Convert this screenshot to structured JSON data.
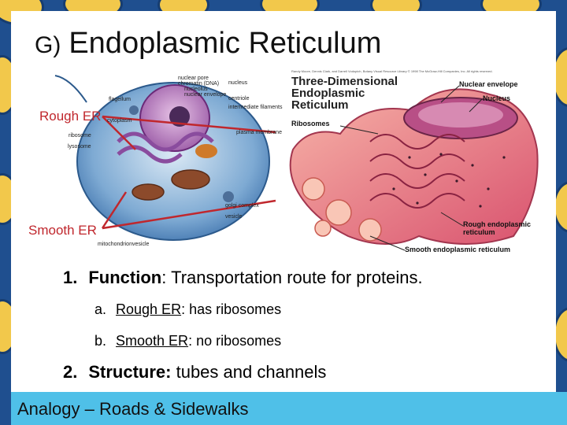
{
  "slide": {
    "title_prefix": "G)",
    "title": "Endoplasmic Reticulum",
    "callouts": {
      "rough_er": "Rough ER",
      "smooth_er": "Smooth ER"
    },
    "cell_labels": [
      "nuclear pore",
      "chromatin (DNA)",
      "nucleolus",
      "nuclear envelope",
      "nucleus",
      "flagellum",
      "cytoplasm",
      "ribosome",
      "lysosome",
      "centriole",
      "intermediate filaments",
      "plasma membrane",
      "golgi complex",
      "vesicle",
      "mitochondrion",
      "vesicle"
    ],
    "er_figure": {
      "heading_lines": [
        "Three-Dimensional",
        "Endoplasmic",
        "Reticulum"
      ],
      "credit": "Randy Moore, Dennis Clark, and Darrell Vodopich, Botany Visual Resource Library © 1998 The McGraw-Hill Companies, Inc. All rights reserved.",
      "labels": {
        "ribosomes": "Ribosomes",
        "nuclear_envelope": "Nuclear envelope",
        "nucleus": "Nucleus",
        "rough_er": "Rough endoplasmic reticulum",
        "smooth_er": "Smooth endoplasmic reticulum"
      }
    },
    "points": [
      {
        "num": "1.",
        "term": "Function",
        "sep": ":",
        "text": " Transportation route for proteins."
      },
      {
        "num": "2.",
        "term": "Structure:",
        "sep": "",
        "text": " tubes and channels"
      }
    ],
    "subpoints": [
      {
        "letter": "a.",
        "term": "Rough ER",
        "text": ": has ribosomes"
      },
      {
        "letter": "b.",
        "term": "Smooth ER",
        "text": ": no ribosomes"
      }
    ],
    "footer": "Analogy – Roads & Sidewalks"
  },
  "colors": {
    "frame_blue": "#1f4f8f",
    "frame_yellow": "#f2c84b",
    "callout_red": "#c0272d",
    "footer_bar": "#4fc0e8"
  }
}
